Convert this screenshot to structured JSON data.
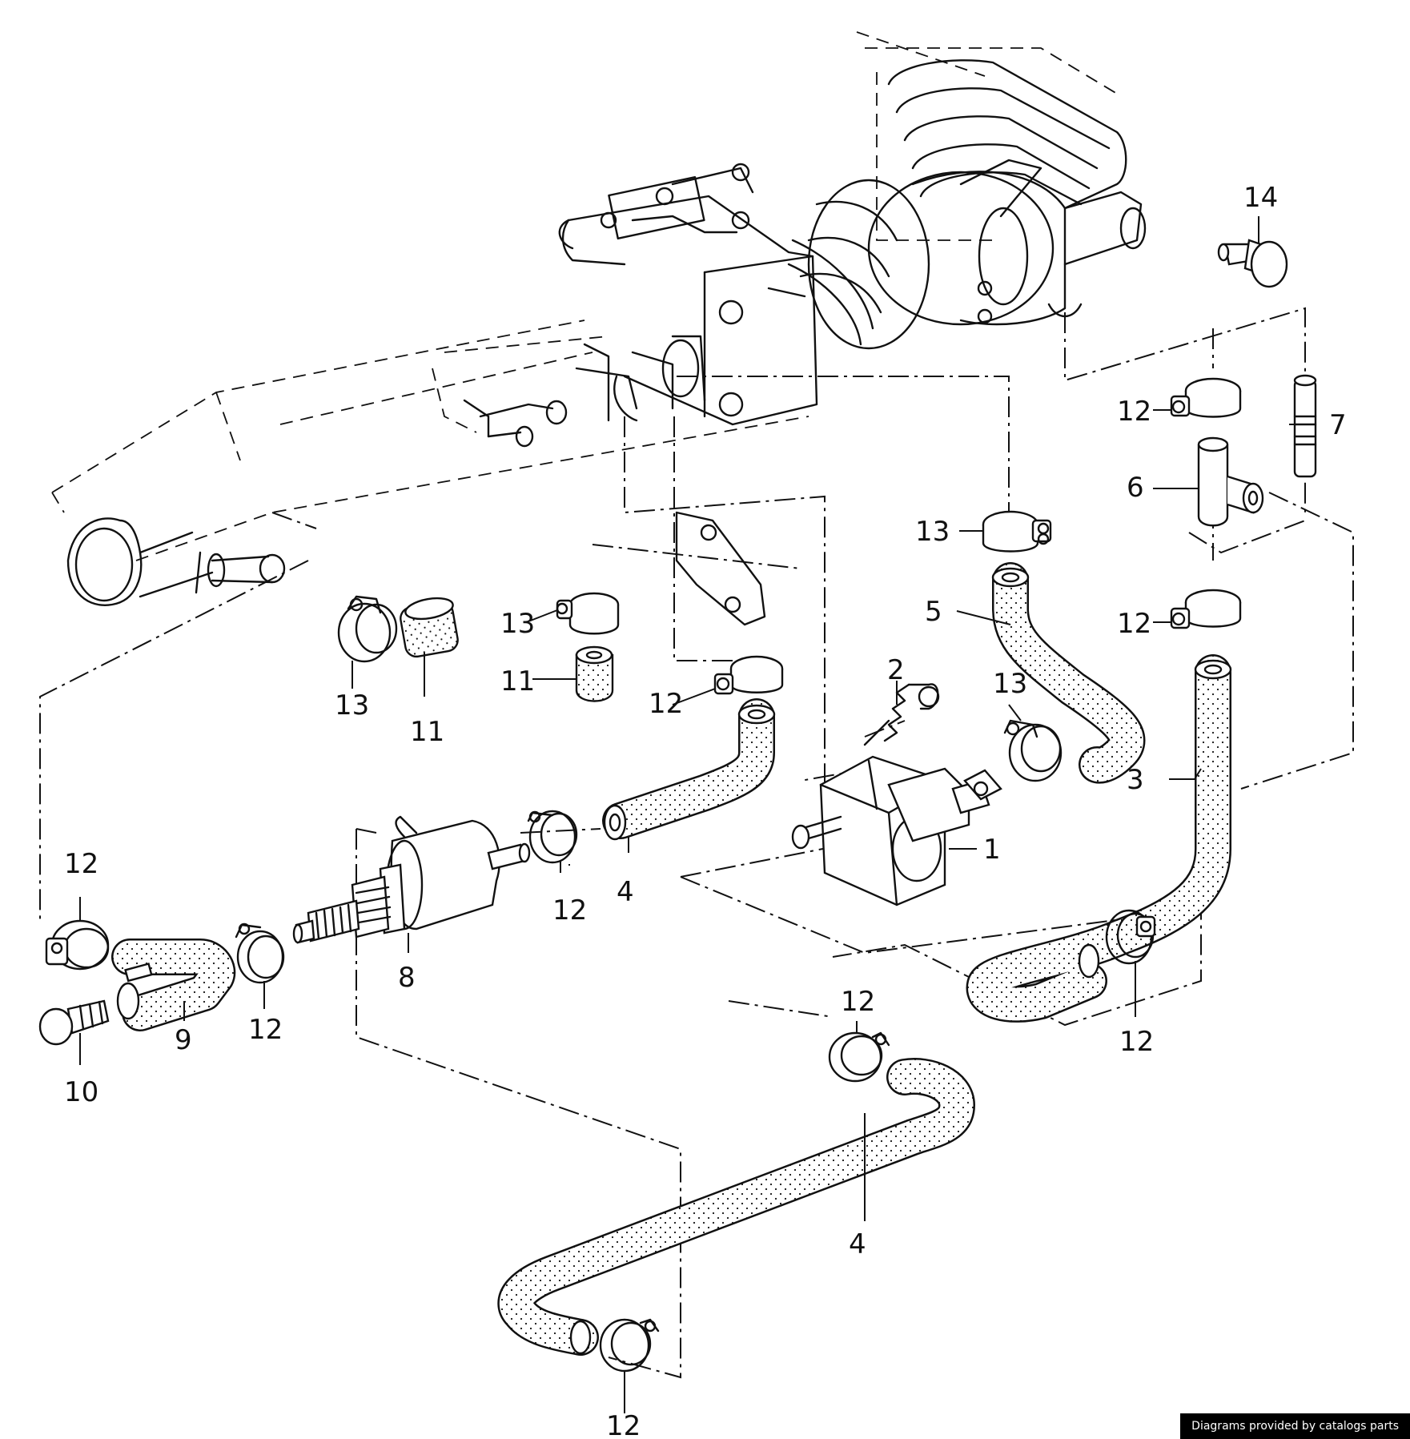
{
  "callouts": {
    "c1": "1",
    "c2": "2",
    "c3": "3",
    "c4a": "4",
    "c4b": "4",
    "c5": "5",
    "c6": "6",
    "c7": "7",
    "c8": "8",
    "c9": "9",
    "c10": "10",
    "c11a": "11",
    "c11b": "11",
    "c12a": "12",
    "c12b": "12",
    "c12c": "12",
    "c12d": "12",
    "c12e": "12",
    "c12f": "12",
    "c12g": "12",
    "c12h": "12",
    "c12i": "12",
    "c13a": "13",
    "c13b": "13",
    "c13c": "13",
    "c13d": "13",
    "c14": "14"
  },
  "footer": {
    "credit": "Diagrams provided by catalogs parts"
  },
  "colors": {
    "line": "#111111",
    "background": "#ffffff",
    "credit_bg": "#000000"
  }
}
